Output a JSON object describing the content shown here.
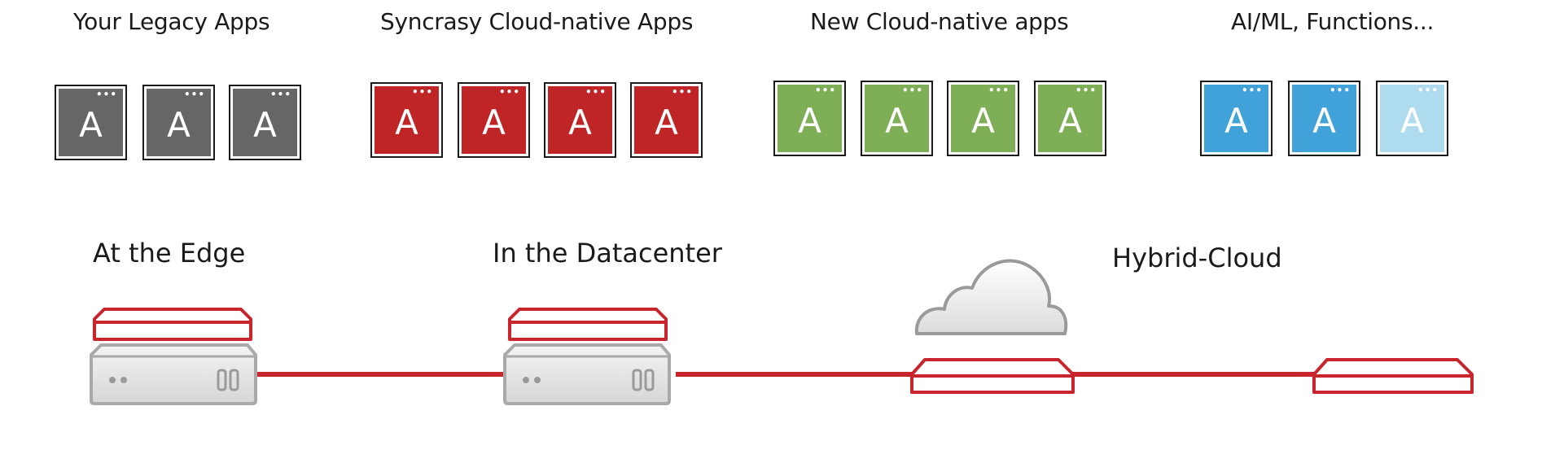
{
  "app_groups": [
    {
      "title": "Your Legacy Apps",
      "apps": [
        {
          "letter": "A",
          "color": "#666666"
        },
        {
          "letter": "A",
          "color": "#666666"
        },
        {
          "letter": "A",
          "color": "#666666"
        }
      ]
    },
    {
      "title": "Syncrasy Cloud-native Apps",
      "apps": [
        {
          "letter": "A",
          "color": "#bf2526"
        },
        {
          "letter": "A",
          "color": "#bf2526"
        },
        {
          "letter": "A",
          "color": "#bf2526"
        },
        {
          "letter": "A",
          "color": "#bf2526"
        }
      ]
    },
    {
      "title": "New Cloud-native apps",
      "apps": [
        {
          "letter": "A",
          "color": "#7eaf56"
        },
        {
          "letter": "A",
          "color": "#7eaf56"
        },
        {
          "letter": "A",
          "color": "#7eaf56"
        },
        {
          "letter": "A",
          "color": "#7eaf56"
        }
      ]
    },
    {
      "title": "AI/ML, Functions...",
      "apps": [
        {
          "letter": "A",
          "color": "#41a2d9"
        },
        {
          "letter": "A",
          "color": "#41a2d9"
        },
        {
          "letter": "A",
          "color": "#aedbee"
        }
      ]
    }
  ],
  "locations": {
    "edge": "At the Edge",
    "datacenter": "In the Datacenter",
    "hybrid": "Hybrid-Cloud"
  },
  "colors": {
    "accent": "#c8252c",
    "server_gray": "#a9a9a9"
  },
  "icons": [
    "server-icon",
    "cloud-icon",
    "network-appliance-icon",
    "app-tile-icon"
  ]
}
